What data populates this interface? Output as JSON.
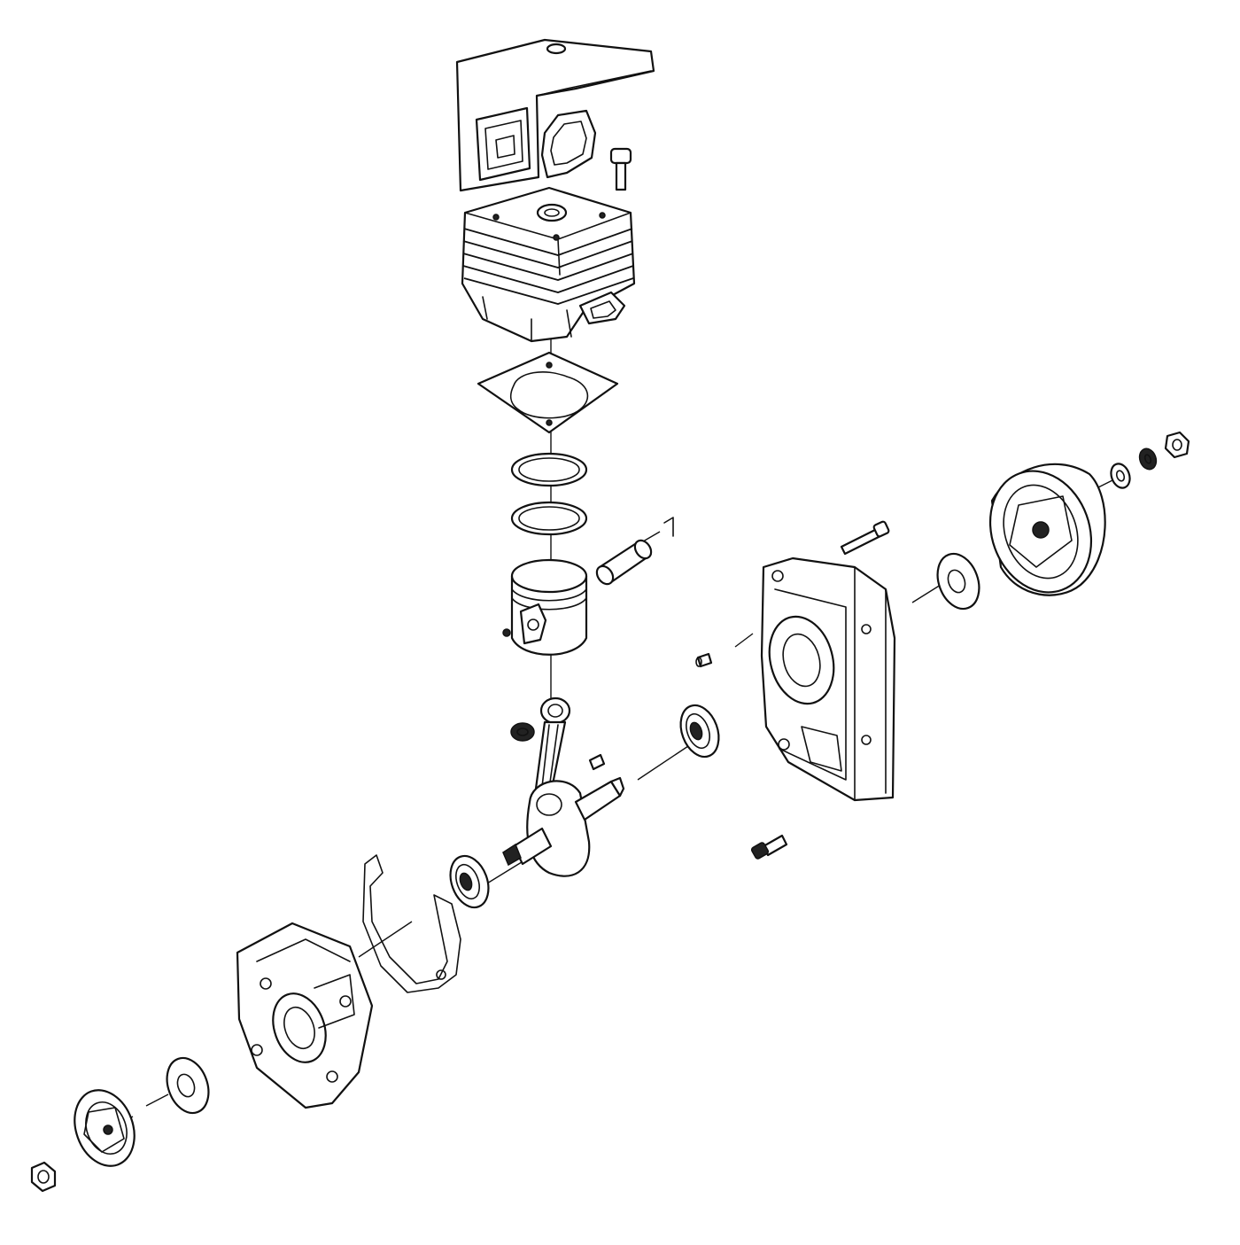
{
  "diagram": {
    "kind": "exploded-view",
    "subject": "two-stroke-engine",
    "line_color": "#111111",
    "background": "#ffffff",
    "parts": [
      "heat-shield",
      "muffler-gasket",
      "muffler-bolt",
      "cylinder",
      "cylinder-base-gasket",
      "piston-ring-upper",
      "piston-ring-lower",
      "piston",
      "piston-circlip",
      "wrist-pin",
      "needle-bearing",
      "connecting-rod",
      "crankshaft",
      "woodruff-key",
      "main-bearing-left",
      "main-bearing-right",
      "crankcase-gasket",
      "crankcase-left",
      "crankcase-right",
      "dowel-pin",
      "crankcase-bolt",
      "screw",
      "seal-left",
      "seal-right",
      "flywheel",
      "flywheel-nut",
      "clutch-drum",
      "clutch-washer",
      "clutch-spring-washer",
      "clutch-nut"
    ]
  }
}
